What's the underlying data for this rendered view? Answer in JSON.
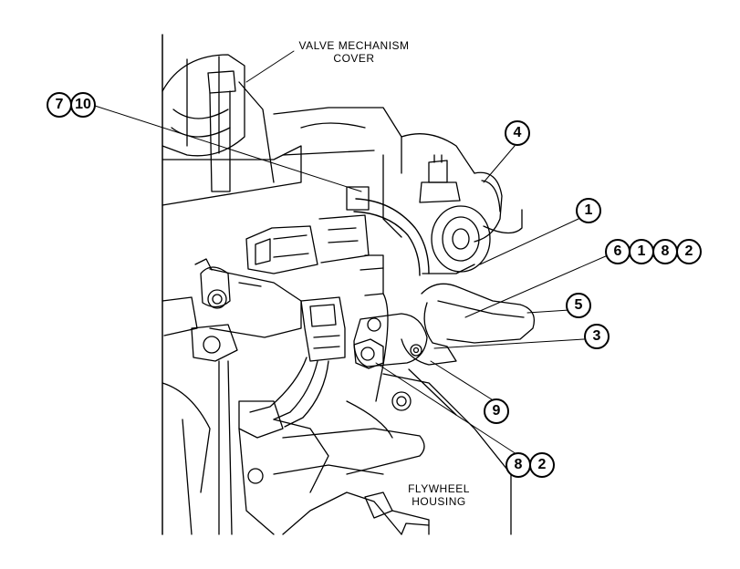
{
  "labels": {
    "valve_line1": "VALVE MECHANISM",
    "valve_line2": "COVER",
    "flywheel_line1": "FLYWHEEL",
    "flywheel_line2": "HOUSING"
  },
  "callouts": {
    "c7": "7",
    "c10": "10",
    "c4": "4",
    "c1": "1",
    "c6": "6",
    "c1b": "1",
    "c8": "8",
    "c2": "2",
    "c5": "5",
    "c3": "3",
    "c9": "9",
    "c8b": "8",
    "c2b": "2"
  }
}
